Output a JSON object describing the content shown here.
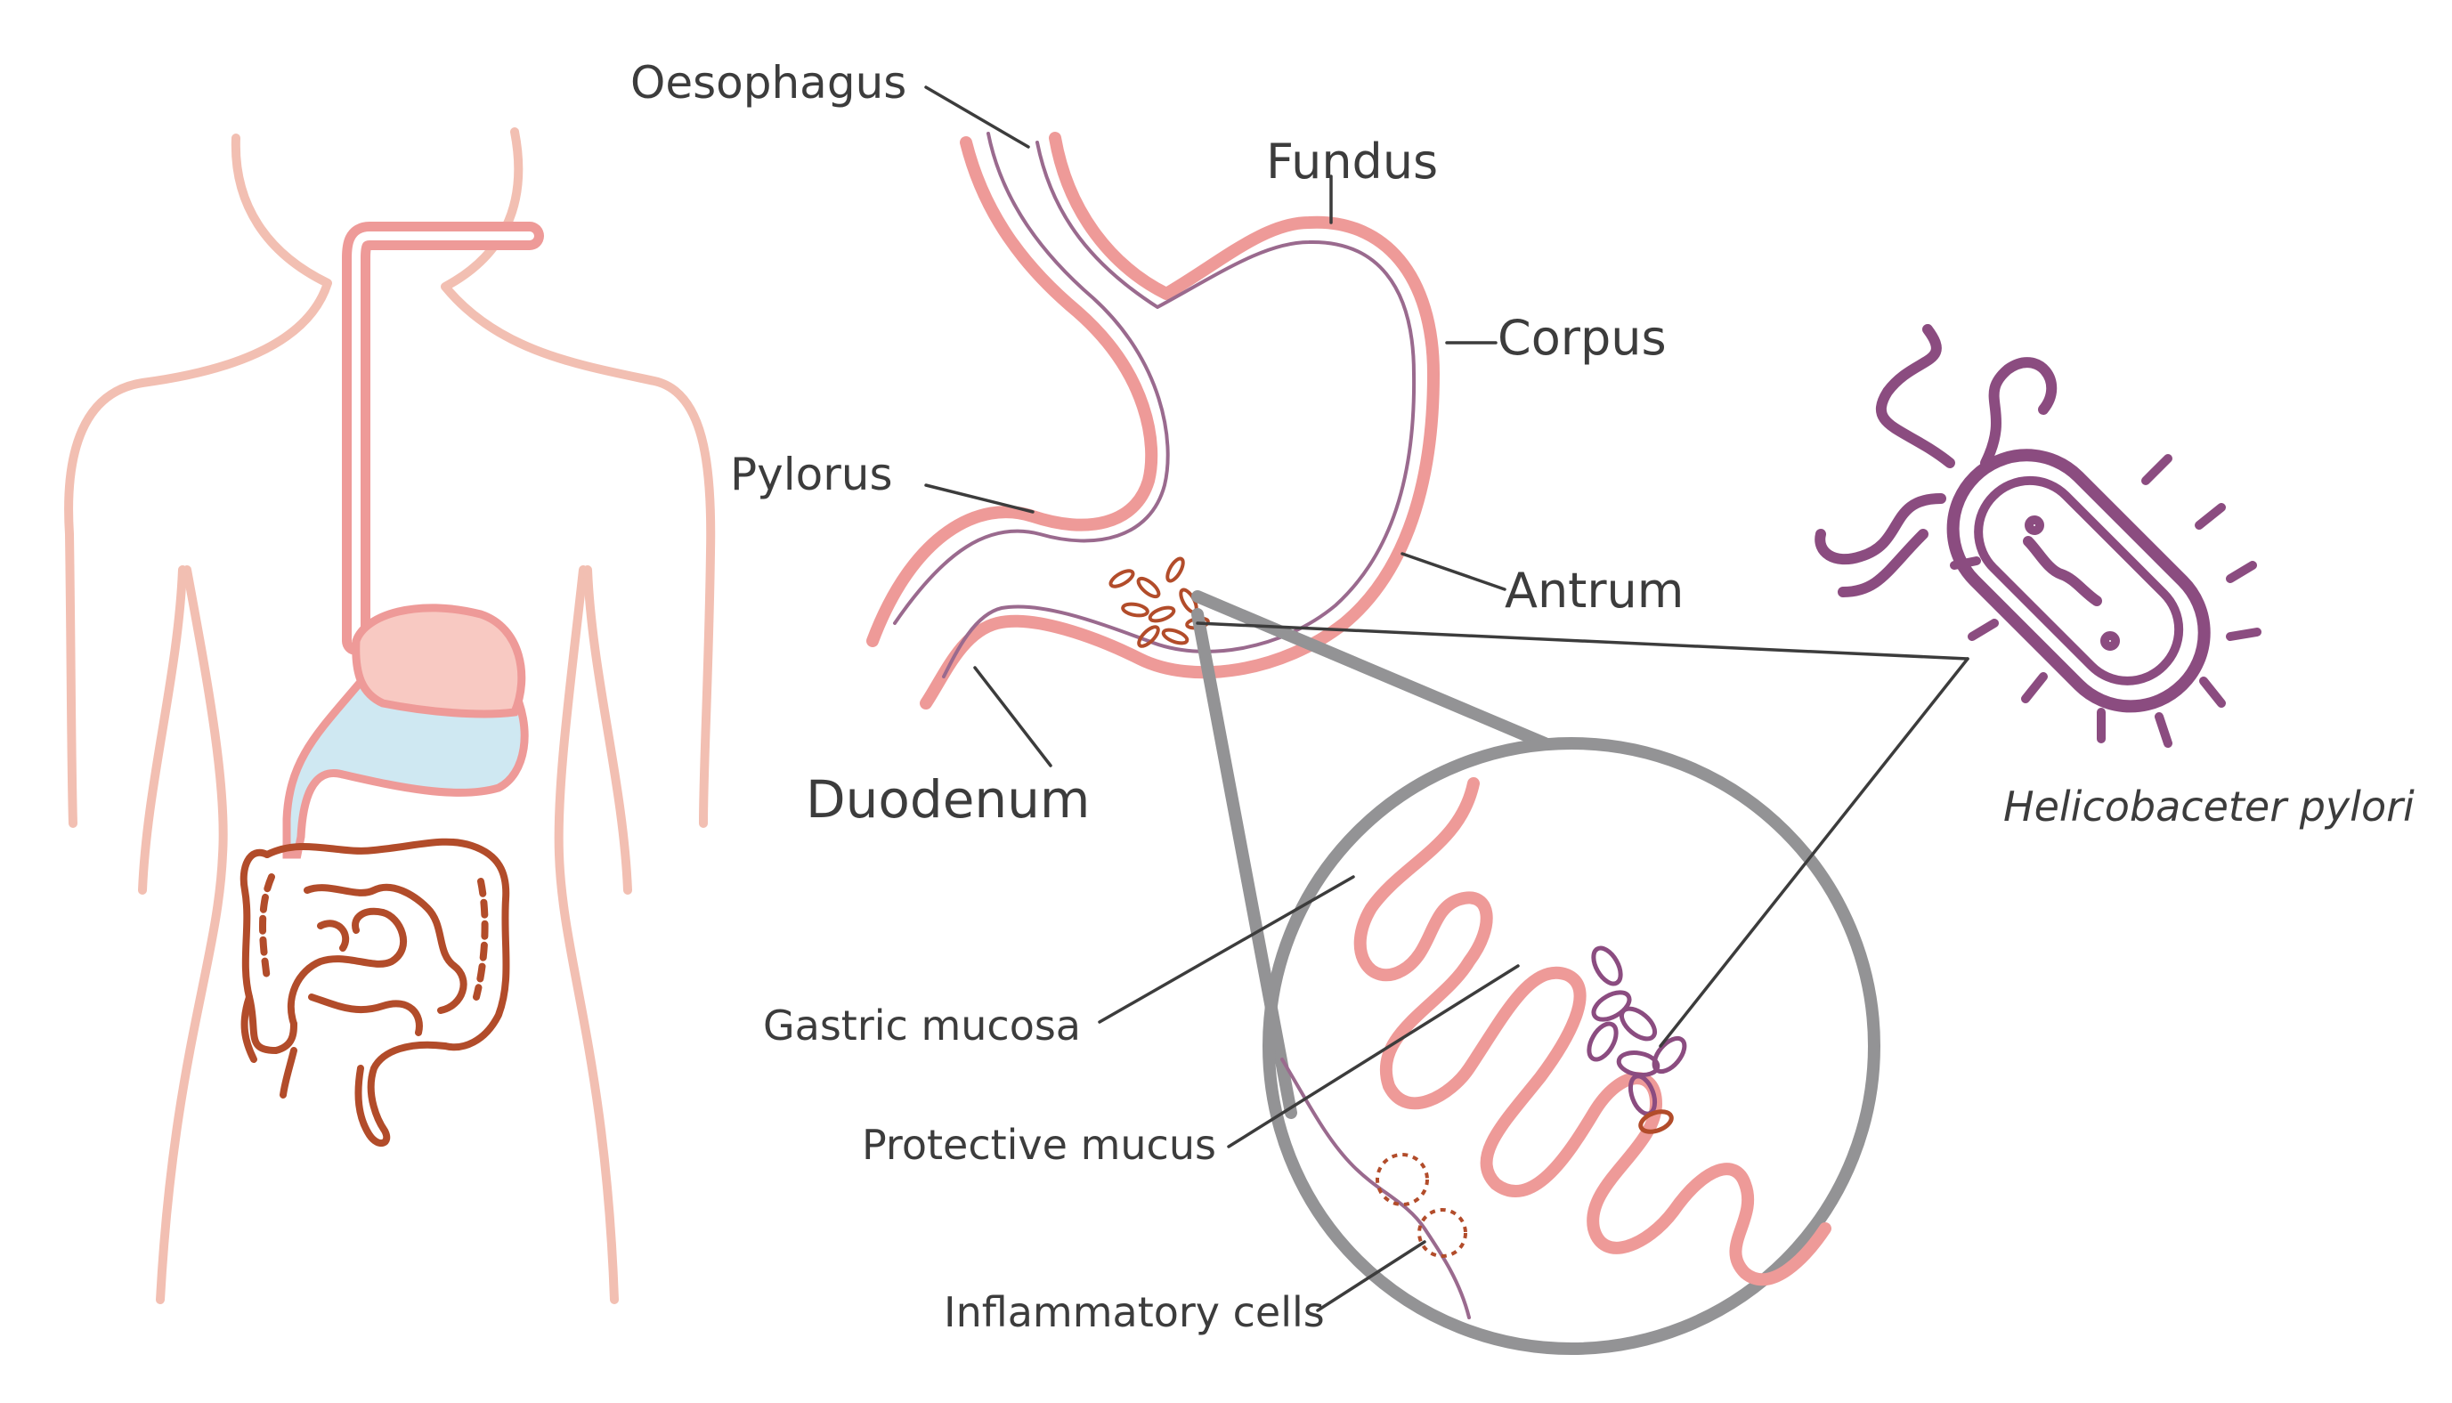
{
  "colors": {
    "body_outline": "#f2bfb2",
    "stomach_wall": "#ee9a98",
    "mucosa_line": "#9a6a8e",
    "stomach_fill": "#f8c9c2",
    "stomach_content": "#cfe8f2",
    "intestine": "#b24c2a",
    "bacterium": "#8b4c80",
    "magnifier": "#939395",
    "label_text": "#3c3c3c"
  },
  "labels": {
    "oesophagus": "Oesophagus",
    "fundus": "Fundus",
    "corpus": "Corpus",
    "pylorus": "Pylorus",
    "antrum": "Antrum",
    "duodenum": "Duodenum",
    "gastric_mucosa": "Gastric mucosa",
    "protective_mucus": "Protective mucus",
    "inflammatory_cells": "Inflammatory cells",
    "helicobacter": "Helicobaceter pylori"
  },
  "icons": {
    "body": "human-torso-icon",
    "stomach": "stomach-cross-section-icon",
    "bacterium": "helicobacter-bacterium-icon",
    "magnifier": "magnifier-circle-icon"
  }
}
